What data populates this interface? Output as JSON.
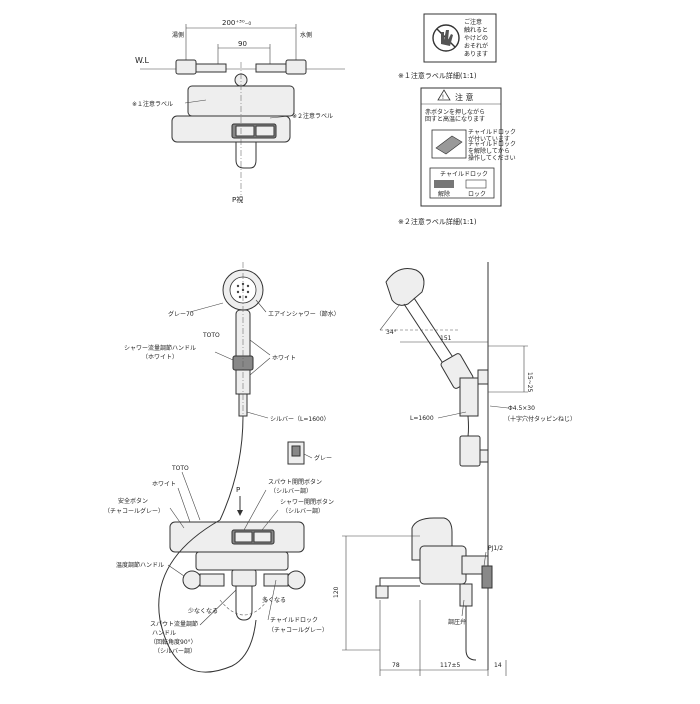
{
  "top_view": {
    "dim_overall": "200⁺³⁰₋₀",
    "dim_center": "90",
    "hot_side": "湯側",
    "cold_side": "水側",
    "water_line": "W.L",
    "label1": "※１注意ラベル",
    "label2": "※２注意ラベル",
    "piping": "P視"
  },
  "label_detail_1": {
    "text": "ご注意\n触れると\nやけどの\nおそれが\nあります",
    "caption": "※１注意ラベル詳細(1:1)"
  },
  "label_detail_2": {
    "title": "注 意",
    "body_left": "赤ボタンを押しながら\n回すと高温になります",
    "body_right": "チャイルドロック\nが付いています",
    "sub_right": "チャイルドロック\nを解除してから\n操作してください",
    "lock_title": "チャイルドロック",
    "lock_left": "解除",
    "lock_right": "ロック",
    "caption": "※２注意ラベル詳細(1:1)"
  },
  "shower": {
    "gray": "グレー70",
    "air_in": "エアインシャワー（節水）",
    "toto": "TOTO",
    "flow_handle": "シャワー流量調節ハンドル",
    "flow_handle_color": "（ホワイト）",
    "white": "ホワイト",
    "hose": "シルバー（L=1600）",
    "gray2": "グレー"
  },
  "faucet_front": {
    "toto": "TOTO",
    "white": "ホワイト",
    "safety_btn": "安全ボタン",
    "safety_btn_color": "（チャコールグレー）",
    "p_mark": "P",
    "spout_btn": "スパウト開閉ボタン",
    "spout_btn_color": "（シルバー調）",
    "shower_btn": "シャワー開閉ボタン",
    "shower_btn_color": "（シルバー調）",
    "temp_handle": "温度調節ハンドル",
    "less": "少なくなる",
    "more": "多くなる",
    "child_lock": "チャイルドロック",
    "child_lock_color": "（チャコールグレー）",
    "spout_flow": "スパウト流量調節",
    "spout_flow2": "ハンドル",
    "rotation": "（回転角度90°）",
    "spout_flow_color": "（シルバー調）"
  },
  "side_view": {
    "angle": "34°",
    "dim_151": "151",
    "dim_15_25": "15~25",
    "hose_len": "L=1600",
    "screw": "Φ4.5×30",
    "screw2": "（十字穴付タッピンねじ）",
    "pipe": "PJ1/2",
    "regulator": "調圧弁",
    "dim_120": "120",
    "dim_78": "78",
    "dim_117": "117±5",
    "dim_14": "14"
  }
}
